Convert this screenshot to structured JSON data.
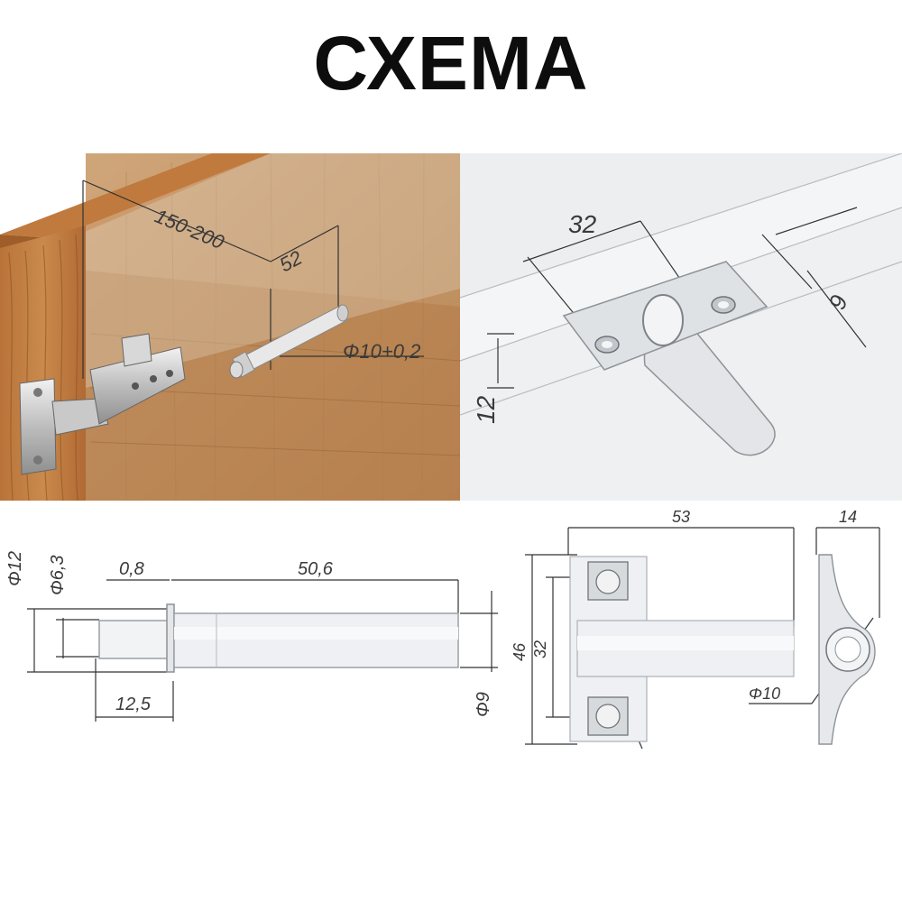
{
  "title": "СХЕМА",
  "install": {
    "dim_distance": "150-200",
    "dim_offset": "52",
    "dim_hole": "Φ10+0,2"
  },
  "mount": {
    "dim_spacing": "32",
    "dim_depth": "9",
    "dim_edge": "12"
  },
  "damper_side": {
    "dim_outer": "Φ12",
    "dim_inner": "Φ6,3",
    "dim_flange": "0,8",
    "dim_body": "50,6",
    "dim_tip": "12,5",
    "dim_tail": "Φ9"
  },
  "plate_front": {
    "dim_length": "53",
    "dim_height": "46",
    "dim_spacing": "32"
  },
  "plate_end": {
    "dim_width": "14",
    "dim_bore": "Φ10"
  }
}
